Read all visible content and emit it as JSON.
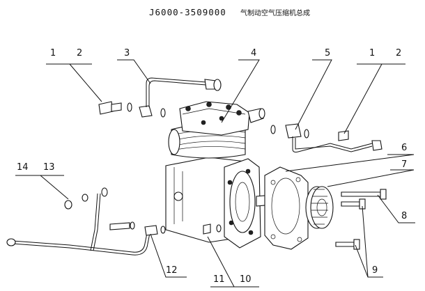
{
  "title": {
    "part_number": "J6000-3509000",
    "name": "气制动空气压缩机总成"
  },
  "callouts": [
    {
      "id": "c1a",
      "text": "1"
    },
    {
      "id": "c2a",
      "text": "2"
    },
    {
      "id": "c3",
      "text": "3"
    },
    {
      "id": "c4",
      "text": "4"
    },
    {
      "id": "c5",
      "text": "5"
    },
    {
      "id": "c1b",
      "text": "1"
    },
    {
      "id": "c2b",
      "text": "2"
    },
    {
      "id": "c6",
      "text": "6"
    },
    {
      "id": "c7",
      "text": "7"
    },
    {
      "id": "c14",
      "text": "14"
    },
    {
      "id": "c13",
      "text": "13"
    },
    {
      "id": "c8",
      "text": "8"
    },
    {
      "id": "c9",
      "text": "9"
    },
    {
      "id": "c12",
      "text": "12"
    },
    {
      "id": "c11",
      "text": "11"
    },
    {
      "id": "c10",
      "text": "10"
    }
  ]
}
